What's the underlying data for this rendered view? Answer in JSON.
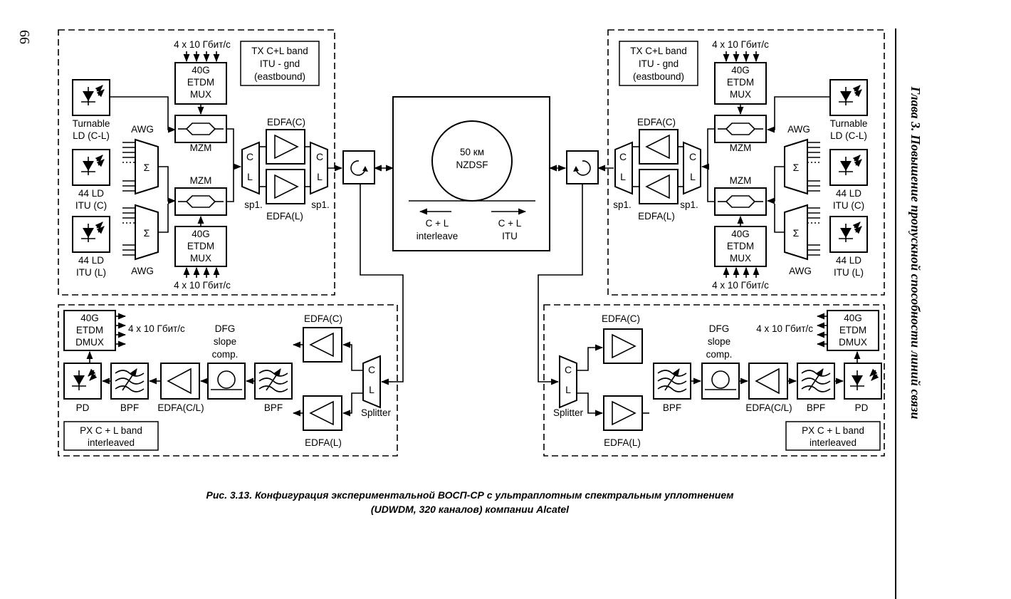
{
  "page": {
    "number": "66",
    "chapter_title": "Глава 3. Повышение пропускной способности линий связи"
  },
  "caption": {
    "line1": "Рис. 3.13. Конфигурация экспериментальной ВОСП-СР с ультраплотным спектральным уплотнением",
    "line2": "(UDWDM, 320 каналов) компании Alcatel"
  },
  "fiber": {
    "line1": "50 км",
    "line2": "NZDSF",
    "left_dir1": "C + L",
    "left_dir2": "interleave",
    "right_dir1": "C + L",
    "right_dir2": "ITU"
  },
  "tx_west": {
    "band_label": [
      "TX C+L band",
      "ITU - gnd",
      "(eastbound)"
    ],
    "rate_top": "4 x 10 Гбит/с",
    "rate_bottom": "4 x 10 Гбит/с",
    "mux_top": [
      "40G",
      "ETDM",
      "MUX"
    ],
    "mux_bottom": [
      "40G",
      "ETDM",
      "MUX"
    ],
    "mzm": "MZM",
    "tunable_ld": [
      "Turnable",
      "LD (C-L)"
    ],
    "awg": "AWG",
    "sigma": "Σ",
    "ld_c": [
      "44 LD",
      "ITU (C)"
    ],
    "ld_l": [
      "44 LD",
      "ITU (L)"
    ],
    "edfa_c": "EDFA(C)",
    "edfa_l": "EDFA(L)",
    "c": "C",
    "l": "L",
    "sp": "sp1."
  },
  "tx_east": {
    "band_label": [
      "TX C+L band",
      "ITU - gnd",
      "(eastbound)"
    ],
    "rate_top": "4 x 10 Гбит/с",
    "rate_bottom": "4 x 10 Гбит/с",
    "mux_top": [
      "40G",
      "ETDM",
      "MUX"
    ],
    "mux_bottom": [
      "40G",
      "ETDM",
      "MUX"
    ],
    "mzm": "MZM",
    "tunable_ld": [
      "Turnable",
      "LD (C-L)"
    ],
    "awg": "AWG",
    "sigma": "Σ",
    "ld_c": [
      "44 LD",
      "ITU (C)"
    ],
    "ld_l": [
      "44 LD",
      "ITU (L)"
    ],
    "edfa_c": "EDFA(C)",
    "edfa_l": "EDFA(L)",
    "c": "C",
    "l": "L",
    "sp": "sp1."
  },
  "rx_west": {
    "dmux": [
      "40G",
      "ETDM",
      "DMUX"
    ],
    "rate": "4 x 10 Гбит/с",
    "dfg": [
      "DFG",
      "slope",
      "comp."
    ],
    "edfa_c": "EDFA(C)",
    "edfa_l": "EDFA(L)",
    "edfa_cl": "EDFA(C/L)",
    "splitter": "Splitter",
    "pd": "PD",
    "bpf": "BPF",
    "c": "C",
    "l": "L",
    "band_label": [
      "PX C + L band",
      "interleaved"
    ]
  },
  "rx_east": {
    "dmux": [
      "40G",
      "ETDM",
      "DMUX"
    ],
    "rate": "4 x 10 Гбит/с",
    "dfg": [
      "DFG",
      "slope",
      "comp."
    ],
    "edfa_c": "EDFA(C)",
    "edfa_l": "EDFA(L)",
    "edfa_cl": "EDFA(C/L)",
    "splitter": "Splitter",
    "pd": "PD",
    "bpf": "BPF",
    "c": "C",
    "l": "L",
    "band_label": [
      "PX C + L band",
      "interleaved"
    ]
  }
}
